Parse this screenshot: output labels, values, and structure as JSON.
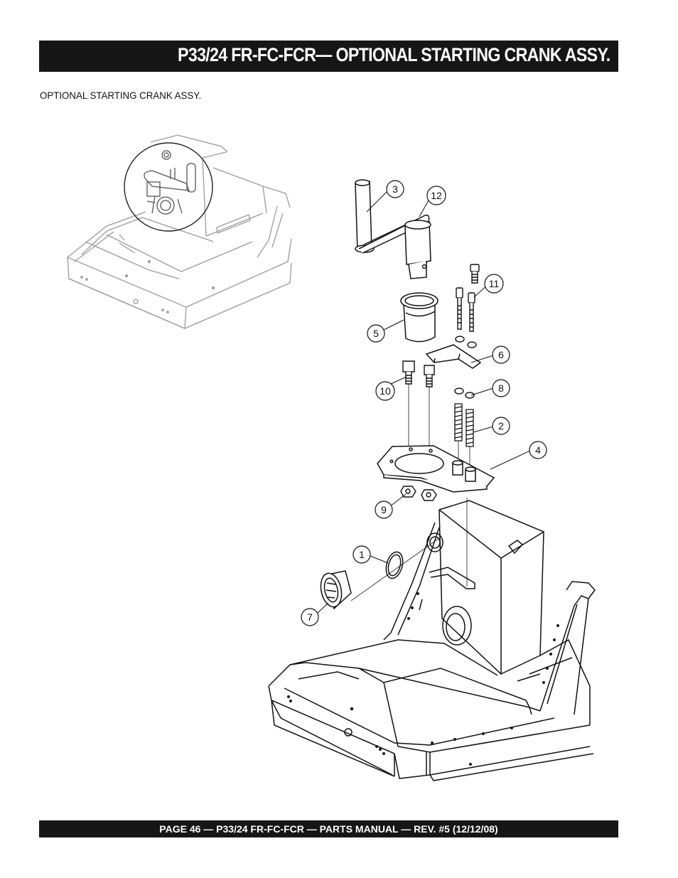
{
  "page": {
    "title": "P33/24 FR-FC-FCR— OPTIONAL STARTING CRANK ASSY.",
    "subtitle": "OPTIONAL STARTING CRANK ASSY.",
    "footer": "PAGE 46 — P33/24 FR-FC-FCR — PARTS MANUAL — REV. #5 (12/12/08)"
  },
  "callouts": [
    "1",
    "2",
    "3",
    "4",
    "5",
    "6",
    "7",
    "8",
    "9",
    "10",
    "11",
    "12"
  ],
  "colors": {
    "bar_background": "#161616",
    "bar_text": "#ffffff",
    "line_art": "#111111"
  }
}
